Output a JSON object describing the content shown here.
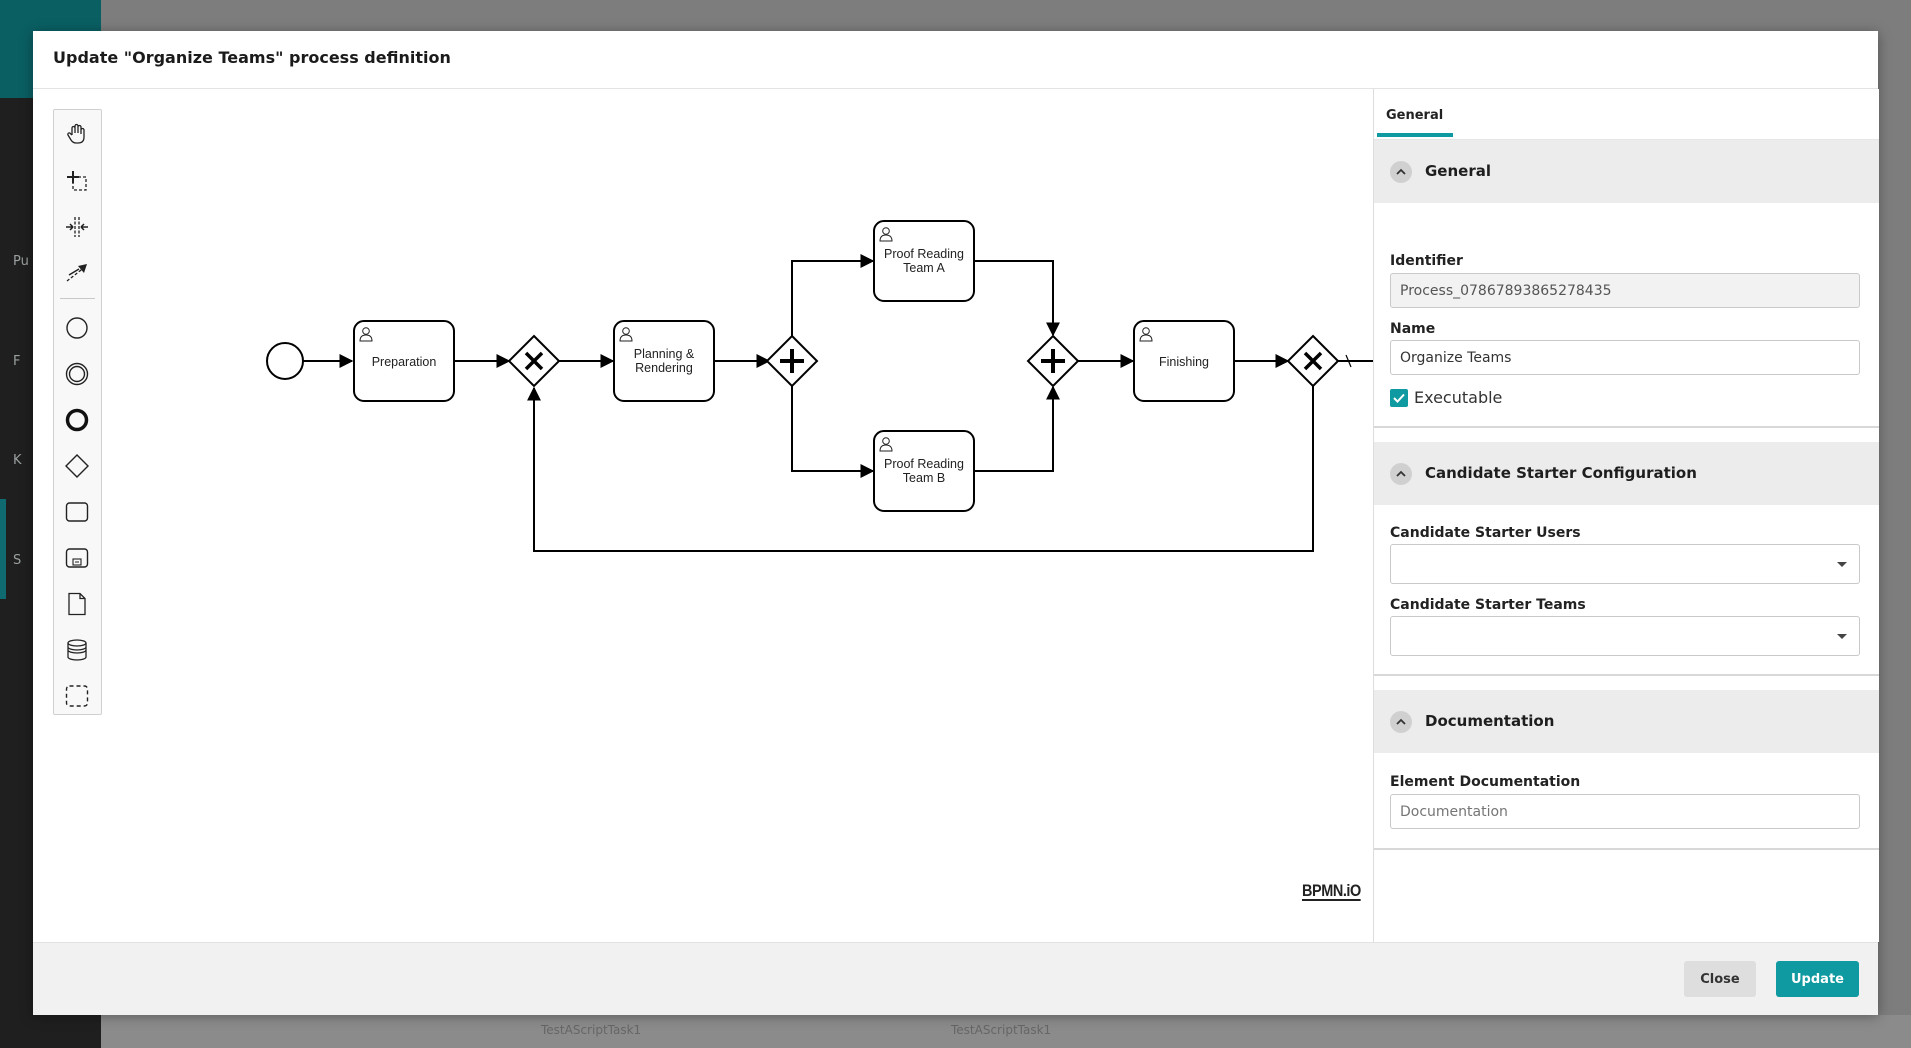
{
  "background": {
    "sidebar_letters": [
      "Pu",
      "F",
      "K",
      "S"
    ],
    "table_strip": [
      "TestAScriptTask1",
      "TestAScriptTask1"
    ]
  },
  "modal": {
    "title": "Update \"Organize Teams\" process definition"
  },
  "palette": {
    "tools": [
      {
        "name": "hand-tool-icon"
      },
      {
        "name": "lasso-tool-icon"
      },
      {
        "name": "space-tool-icon"
      },
      {
        "name": "global-connect-tool-icon"
      },
      {
        "name": "start-event-icon"
      },
      {
        "name": "intermediate-event-icon"
      },
      {
        "name": "end-event-icon"
      },
      {
        "name": "gateway-icon"
      },
      {
        "name": "task-icon"
      },
      {
        "name": "subprocess-icon"
      },
      {
        "name": "data-object-icon"
      },
      {
        "name": "data-store-icon"
      },
      {
        "name": "group-icon"
      }
    ]
  },
  "diagram": {
    "tasks": {
      "preparation": "Preparation",
      "planning_1": "Planning &",
      "planning_2": "Rendering",
      "proof_a_1": "Proof Reading",
      "proof_a_2": "Team A",
      "proof_b_1": "Proof Reading",
      "proof_b_2": "Team B",
      "finishing": "Finishing"
    },
    "logo": "BPMN.iO"
  },
  "panel": {
    "tab": "General",
    "general": {
      "title": "General",
      "identifier_label": "Identifier",
      "identifier_value": "Process_07867893865278435",
      "name_label": "Name",
      "name_value": "Organize Teams",
      "executable_label": "Executable"
    },
    "candidate": {
      "title": "Candidate Starter Configuration",
      "users_label": "Candidate Starter Users",
      "teams_label": "Candidate Starter Teams"
    },
    "documentation": {
      "title": "Documentation",
      "element_label": "Element Documentation",
      "element_placeholder": "Documentation"
    }
  },
  "footer": {
    "close_label": "Close",
    "update_label": "Update"
  },
  "colors": {
    "accent": "#0e9aa0",
    "sidebar_top": "#0a5f63"
  }
}
